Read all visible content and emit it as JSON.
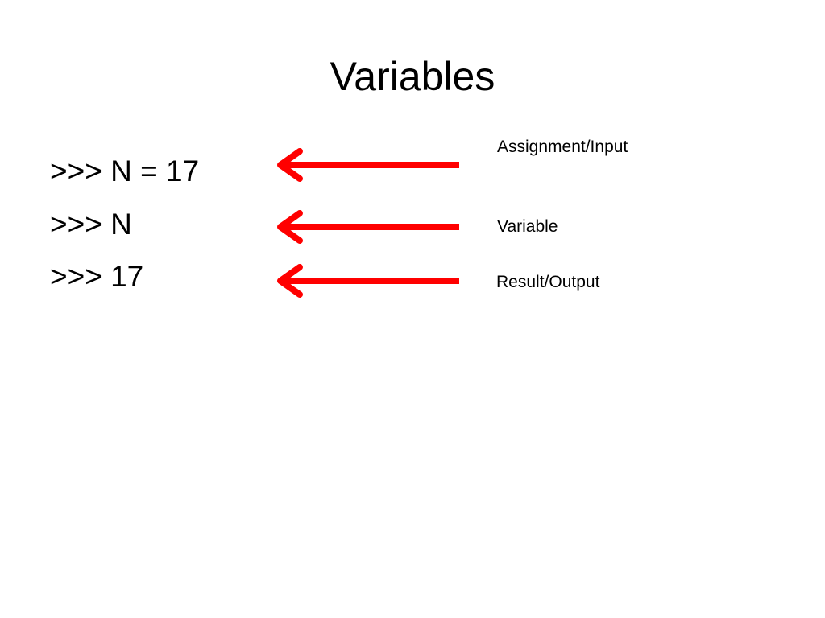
{
  "slide": {
    "title": "Variables",
    "accent_color": "#ff0000",
    "lines": [
      {
        "code": ">>> N = 17",
        "annotation": "Assignment/Input"
      },
      {
        "code": ">>> N",
        "annotation": "Variable"
      },
      {
        "code": ">>> 17",
        "annotation": "Result/Output"
      }
    ],
    "arrow_icon": "left-arrow-icon"
  }
}
